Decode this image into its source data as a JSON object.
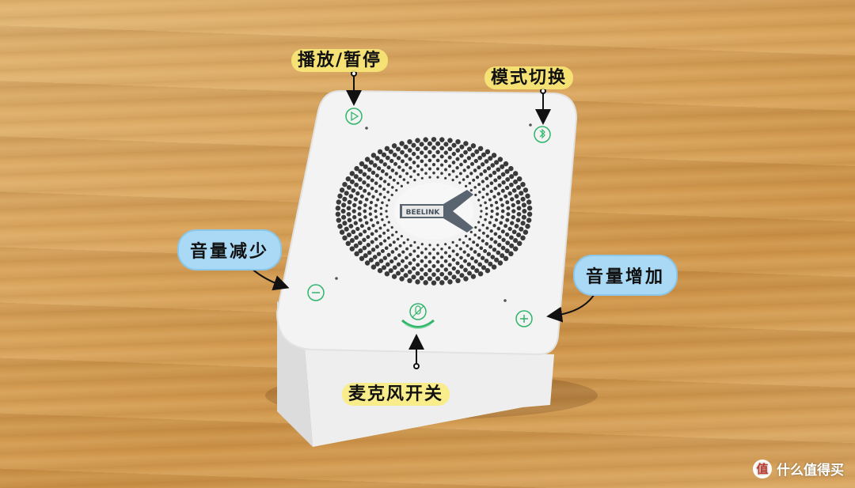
{
  "labels": {
    "play_pause": "播放/暂停",
    "mode_switch": "模式切换",
    "volume_down": "音量减少",
    "volume_up": "音量增加",
    "mic_switch": "麦克风开关"
  },
  "brand": {
    "logo_text": "BEELINK"
  },
  "watermark": {
    "logo_glyph": "值",
    "text": "什么值得买"
  },
  "colors": {
    "button_green": "#2fb56a",
    "bubble_blue": "#a9d9f5",
    "highlight_yellow": "#f6e67a"
  },
  "icons": {
    "play": "play-icon",
    "bluetooth": "bluetooth-icon",
    "minus": "minus-icon",
    "plus": "plus-icon",
    "mic_mute": "mic-mute-icon"
  }
}
